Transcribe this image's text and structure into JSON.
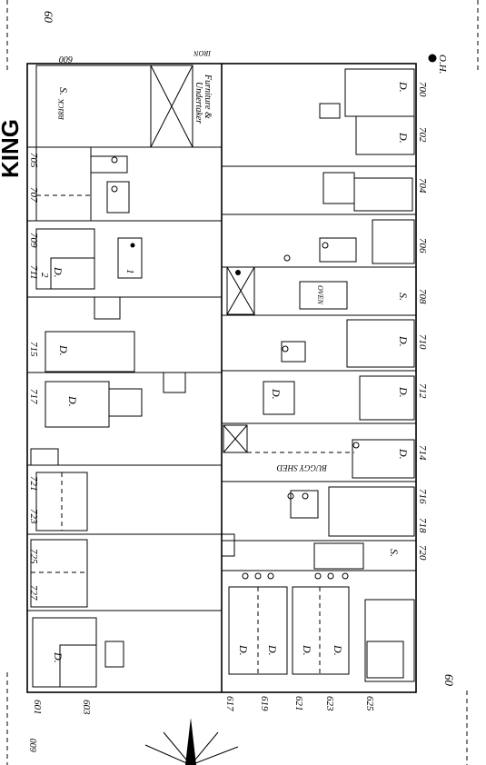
{
  "street": "KING",
  "marks": {
    "top_number": "60",
    "top_right_label": "O.H.",
    "bottom_right_number": "60",
    "top_left_number": "600",
    "bottom_left_number": "600"
  },
  "top_row_addresses": [
    "601",
    "603",
    "705",
    "707",
    "709",
    "711",
    "715",
    "717",
    "721",
    "723",
    "725",
    "727"
  ],
  "bottom_row_addresses": [
    "700",
    "702",
    "704",
    "706",
    "708",
    "710",
    "712",
    "714",
    "716",
    "718",
    "720"
  ],
  "side_row_addresses": [
    "601",
    "603",
    "617",
    "619",
    "621",
    "623",
    "625"
  ],
  "annotations": {
    "brick": "BRICK",
    "furniture": "Furniture &",
    "undertaker": "Undertaker",
    "buggy_shed": "BUGGY SHED",
    "iron": "IRON",
    "oven": "OVEN"
  },
  "building_codes": {
    "dwelling": "D.",
    "store": "S.",
    "storeys_two": "2",
    "storeys_one": "1"
  }
}
